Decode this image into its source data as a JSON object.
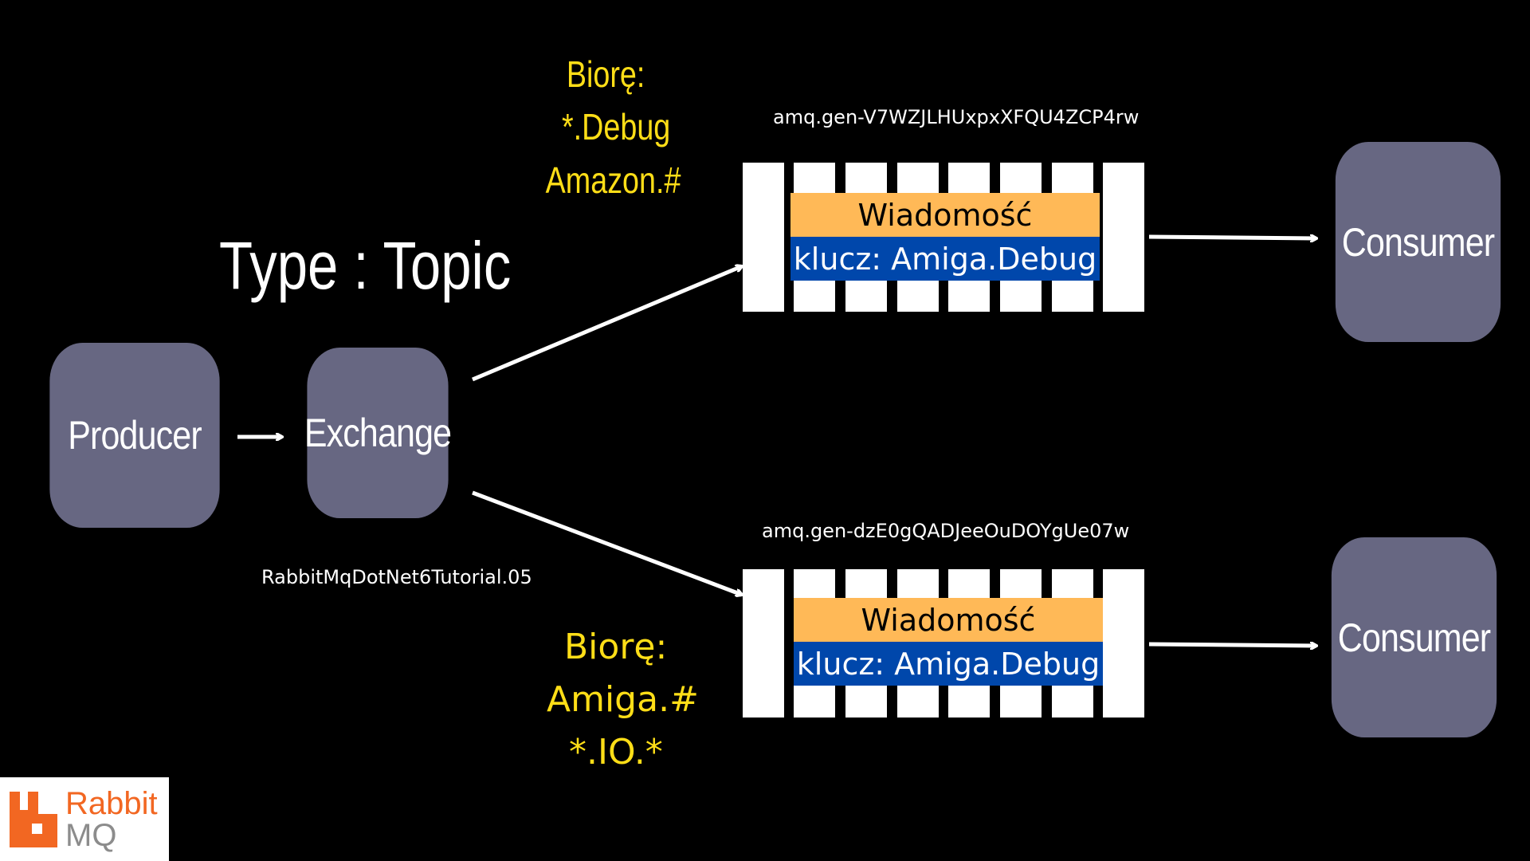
{
  "title": "Type : Topic",
  "nodes": {
    "producer": "Producer",
    "exchange": "Exchange",
    "consumer_top": "Consumer",
    "consumer_bottom": "Consumer"
  },
  "exchange_name": "RabbitMqDotNet6Tutorial.05",
  "queues": [
    {
      "name": "amq.gen-V7WZJLHUxpxXFQU4ZCP4rw",
      "binding_title": "Biorę:",
      "bindings": [
        "*.Debug",
        "Amazon.#"
      ],
      "message_label": "Wiadomość",
      "message_key": "klucz: Amiga.Debug"
    },
    {
      "name": "amq.gen-dzE0gQADJeeOuDOYgUe07w",
      "binding_title": "Biorę:",
      "bindings": [
        "Amiga.#",
        "*.IO.*"
      ],
      "message_label": "Wiadomość",
      "message_key": "klucz: Amiga.Debug"
    }
  ],
  "logo": {
    "word1": "Rabbit",
    "word2": "MQ",
    "color": "#f26722",
    "text_color": "#f26722",
    "mq_color": "#8c8c8c"
  },
  "colors": {
    "background": "#000000",
    "node": "#676782",
    "binding_text": "#ffde17",
    "message_body": "#ffb957",
    "message_key": "#0047ab"
  }
}
